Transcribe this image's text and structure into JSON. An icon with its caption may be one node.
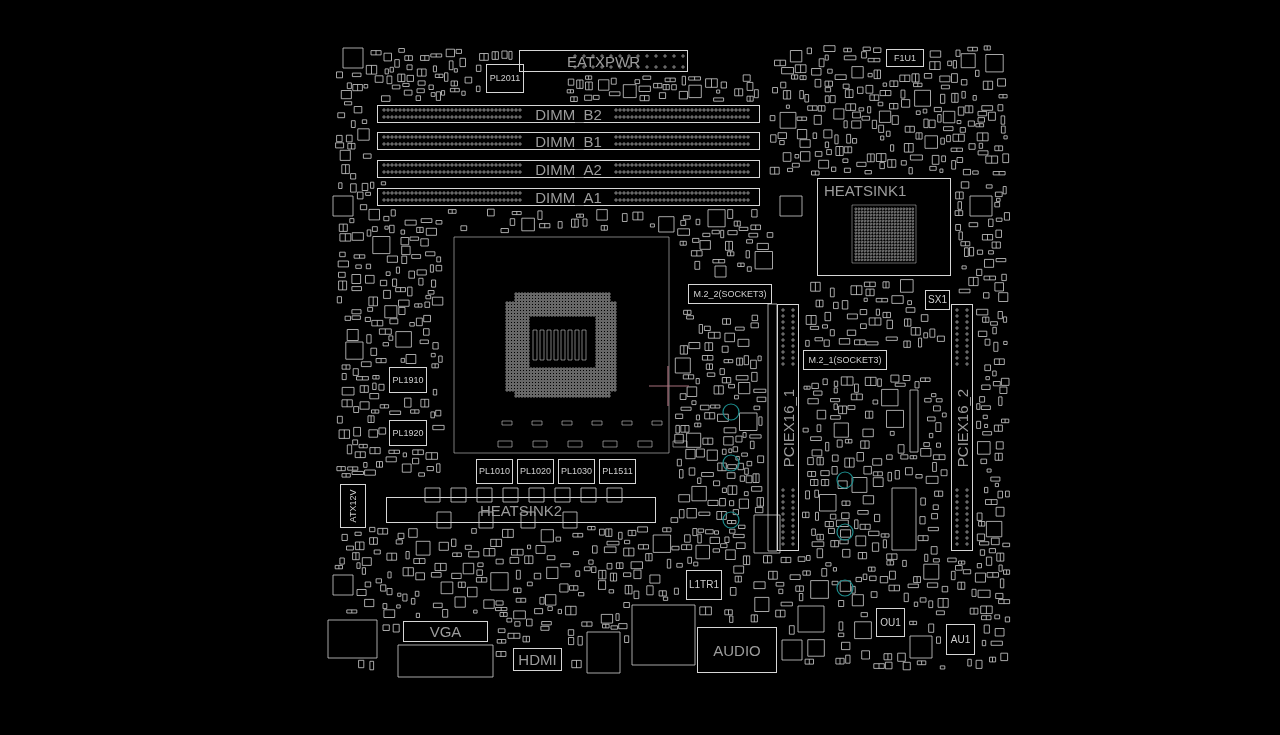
{
  "diagram": {
    "nodes": [
      {
        "text": [
          "EATXPWR"
        ]
      },
      {
        "text": [
          "PL2011"
        ]
      },
      {
        "text": [
          "F1U1"
        ]
      },
      {
        "text": [
          "DIMM_B2"
        ]
      },
      {
        "text": [
          "DIMM_B1"
        ]
      },
      {
        "text": [
          "DIMM_A2"
        ]
      },
      {
        "text": [
          "DIMM_A1"
        ]
      },
      {
        "text": [
          "HEATSINK1"
        ]
      },
      {
        "text": [
          "M.2_2(SOCKET3)"
        ]
      },
      {
        "text": [
          "SX1"
        ]
      },
      {
        "text": [
          "PCIEX16_1"
        ]
      },
      {
        "text": [
          "M.2_1(SOCKET3)"
        ]
      },
      {
        "text": [
          "PCIEX16_2"
        ]
      },
      {
        "text": [
          "PL1910"
        ]
      },
      {
        "text": [
          "PL1920"
        ]
      },
      {
        "text": [
          "PL1010"
        ]
      },
      {
        "text": [
          "PL1020"
        ]
      },
      {
        "text": [
          "PL1030"
        ]
      },
      {
        "text": [
          "PL1511"
        ]
      },
      {
        "text": [
          "ATX12V"
        ]
      },
      {
        "text": [
          "HEATSINK2"
        ]
      },
      {
        "text": [
          "L1TR1"
        ]
      },
      {
        "text": [
          "OU1"
        ]
      },
      {
        "text": [
          "AU1"
        ]
      },
      {
        "text": [
          "VGA"
        ]
      },
      {
        "text": [
          "HDMI"
        ]
      },
      {
        "text": [
          "AUDIO"
        ]
      }
    ]
  }
}
